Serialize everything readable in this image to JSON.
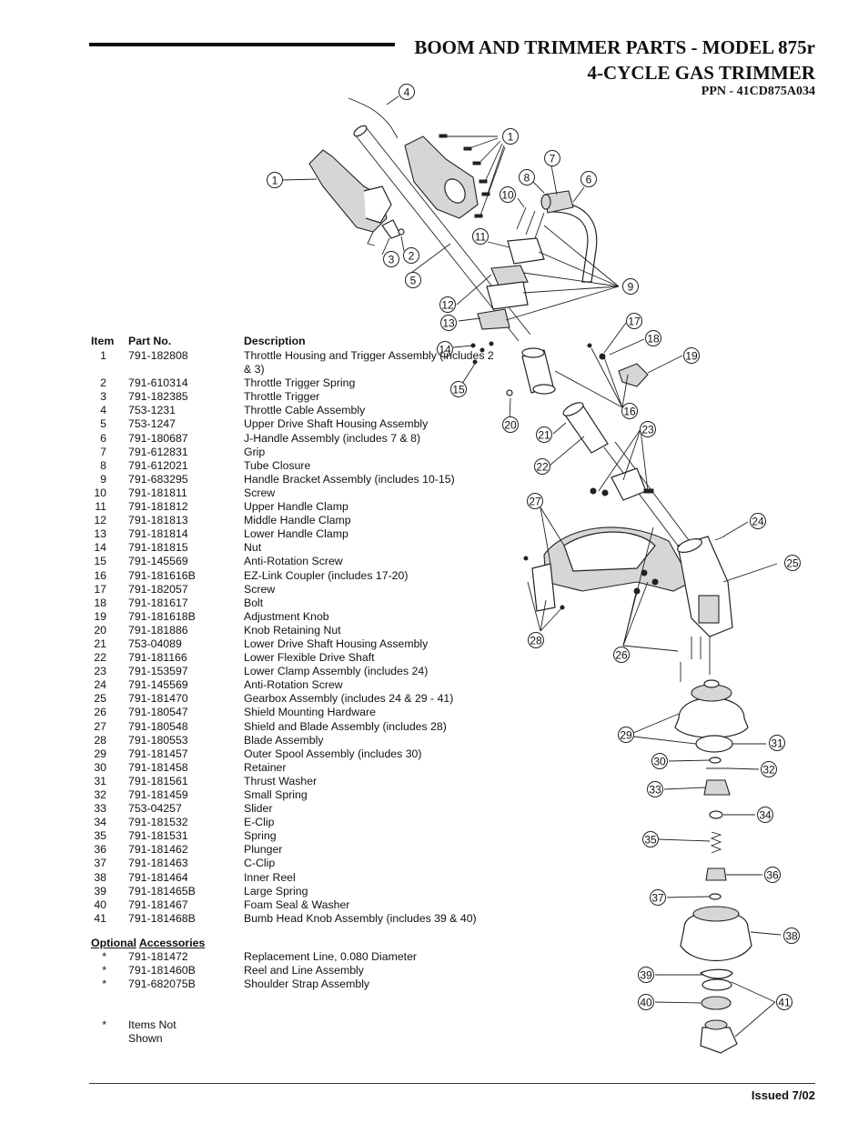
{
  "header": {
    "title_line1": "BOOM AND TRIMMER PARTS - MODEL 875r",
    "title_line2": "4-CYCLE GAS TRIMMER",
    "ppn": "PPN - 41CD875A034"
  },
  "table": {
    "col_item": "Item",
    "col_part": "Part No.",
    "col_desc": "Description",
    "rows": [
      {
        "item": "1",
        "part": "791-182808",
        "desc": "Throttle Housing and Trigger Assembly (includes 2 & 3)"
      },
      {
        "item": "2",
        "part": "791-610314",
        "desc": "Throttle Trigger Spring"
      },
      {
        "item": "3",
        "part": "791-182385",
        "desc": "Throttle Trigger"
      },
      {
        "item": "4",
        "part": "753-1231",
        "desc": "Throttle Cable Assembly"
      },
      {
        "item": "5",
        "part": "753-1247",
        "desc": "Upper Drive Shaft Housing Assembly"
      },
      {
        "item": "6",
        "part": "791-180687",
        "desc": "J-Handle Assembly (includes 7 & 8)"
      },
      {
        "item": "7",
        "part": "791-612831",
        "desc": "Grip"
      },
      {
        "item": "8",
        "part": "791-612021",
        "desc": "Tube Closure"
      },
      {
        "item": "9",
        "part": "791-683295",
        "desc": "Handle Bracket Assembly (includes 10-15)"
      },
      {
        "item": "10",
        "part": "791-181811",
        "desc": "Screw"
      },
      {
        "item": "11",
        "part": "791-181812",
        "desc": "Upper Handle Clamp"
      },
      {
        "item": "12",
        "part": "791-181813",
        "desc": "Middle Handle Clamp"
      },
      {
        "item": "13",
        "part": "791-181814",
        "desc": "Lower Handle Clamp"
      },
      {
        "item": "14",
        "part": "791-181815",
        "desc": "Nut"
      },
      {
        "item": "15",
        "part": "791-145569",
        "desc": "Anti-Rotation Screw"
      },
      {
        "item": "16",
        "part": "791-181616B",
        "desc": "EZ-Link Coupler (includes 17-20)"
      },
      {
        "item": "17",
        "part": "791-182057",
        "desc": "Screw"
      },
      {
        "item": "18",
        "part": "791-181617",
        "desc": "Bolt"
      },
      {
        "item": "19",
        "part": "791-181618B",
        "desc": "Adjustment Knob"
      },
      {
        "item": "20",
        "part": "791-181886",
        "desc": "Knob Retaining Nut"
      },
      {
        "item": "21",
        "part": "753-04089",
        "desc": "Lower Drive Shaft Housing Assembly"
      },
      {
        "item": "22",
        "part": "791-181166",
        "desc": "Lower Flexible Drive Shaft"
      },
      {
        "item": "23",
        "part": "791-153597",
        "desc": "Lower Clamp Assembly (includes 24)"
      },
      {
        "item": "24",
        "part": "791-145569",
        "desc": "Anti-Rotation Screw"
      },
      {
        "item": "25",
        "part": "791-181470",
        "desc": "Gearbox Assembly (includes 24 & 29 - 41)"
      },
      {
        "item": "26",
        "part": "791-180547",
        "desc": "Shield Mounting Hardware"
      },
      {
        "item": "27",
        "part": "791-180548",
        "desc": "Shield and Blade Assembly (includes 28)"
      },
      {
        "item": "28",
        "part": "791-180553",
        "desc": "Blade Assembly"
      },
      {
        "item": "29",
        "part": "791-181457",
        "desc": "Outer Spool Assembly (includes 30)"
      },
      {
        "item": "30",
        "part": "791-181458",
        "desc": "Retainer"
      },
      {
        "item": "31",
        "part": "791-181561",
        "desc": "Thrust Washer"
      },
      {
        "item": "32",
        "part": "791-181459",
        "desc": "Small Spring"
      },
      {
        "item": "33",
        "part": "753-04257",
        "desc": "Slider"
      },
      {
        "item": "34",
        "part": "791-181532",
        "desc": "E-Clip"
      },
      {
        "item": "35",
        "part": "791-181531",
        "desc": "Spring"
      },
      {
        "item": "36",
        "part": "791-181462",
        "desc": "Plunger"
      },
      {
        "item": "37",
        "part": "791-181463",
        "desc": "C-Clip"
      },
      {
        "item": "38",
        "part": "791-181464",
        "desc": "Inner Reel"
      },
      {
        "item": "39",
        "part": "791-181465B",
        "desc": "Large Spring"
      },
      {
        "item": "40",
        "part": "791-181467",
        "desc": "Foam Seal & Washer"
      },
      {
        "item": "41",
        "part": "791-181468B",
        "desc": "Bumb Head Knob Assembly (includes 39 & 40)"
      }
    ]
  },
  "optional": {
    "label_a": "Optional",
    "label_b": "Accessories",
    "rows": [
      {
        "mark": "*",
        "part": "791-181472",
        "desc": "Replacement Line, 0.080 Diameter"
      },
      {
        "mark": "*",
        "part": "791-181460B",
        "desc": "Reel and Line Assembly"
      },
      {
        "mark": "*",
        "part": "791-682075B",
        "desc": "Shoulder Strap Assembly"
      }
    ]
  },
  "note": {
    "mark": "*",
    "text": "Items Not Shown"
  },
  "footer": {
    "issued": "Issued 7/02"
  },
  "diagram_callouts": [
    "1",
    "2",
    "3",
    "4",
    "5",
    "6",
    "7",
    "8",
    "9",
    "10",
    "11",
    "12",
    "13",
    "14",
    "15",
    "16",
    "17",
    "18",
    "19",
    "20",
    "21",
    "22",
    "23",
    "24",
    "25",
    "26",
    "27",
    "28",
    "29",
    "30",
    "31",
    "32",
    "33",
    "34",
    "35",
    "36",
    "37",
    "38",
    "39",
    "40",
    "41"
  ]
}
